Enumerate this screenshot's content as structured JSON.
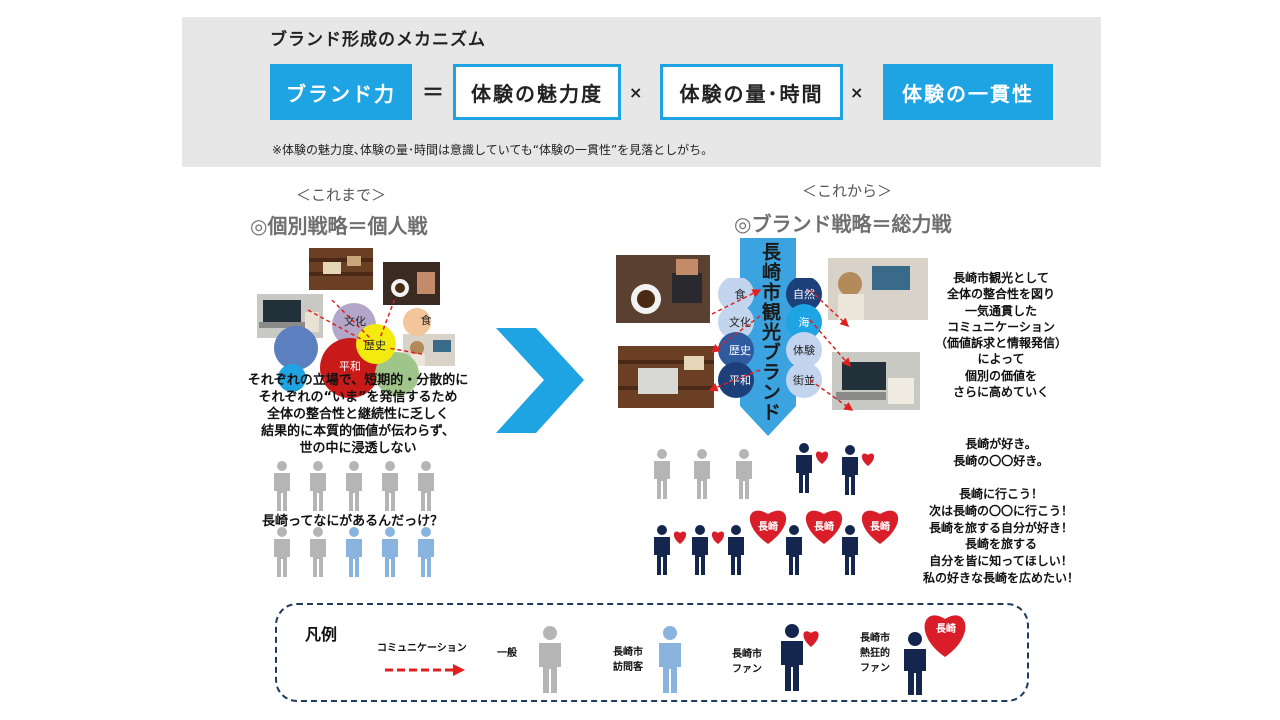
{
  "formula": {
    "title": "ブランド形成のメカニズム",
    "brand_power": "ブランド力",
    "equals": "＝",
    "attractiveness": "体験の魅力度",
    "times1": "×",
    "volume_time": "体験の量･時間",
    "times2": "×",
    "consistency": "体験の一貫性",
    "note": "※体験の魅力度､体験の量･時間は意識していても“体験の一貫性”を見落としがち。",
    "colors": {
      "accent": "#1ea3e3",
      "panel_bg": "#e7e7e7"
    }
  },
  "left": {
    "subheading": "＜これまで＞",
    "heading": "◎個別戦略＝個人戦",
    "circles": [
      "文化",
      "歴史",
      "食",
      "平和"
    ],
    "description": [
      "それぞれの立場で、短期的・分散的に",
      "それぞれの“いま”を発信するため",
      "全体の整合性と継続性に乏しく",
      "結果的に本質的価値が伝わらず、",
      "世の中に浸透しない"
    ],
    "question": "長崎ってなにがあるんだっけ？"
  },
  "right": {
    "subheading": "＜これから＞",
    "heading": "◎ブランド戦略＝総力戦",
    "brand_bar": "長崎市観光ブランド",
    "left_circles": [
      "食",
      "文化",
      "歴史",
      "平和"
    ],
    "right_circles": [
      "自然",
      "海",
      "体験",
      "街並"
    ],
    "description": [
      "長崎市観光として",
      "全体の整合性を図り",
      "一気通貫した",
      "コミュニケーション",
      "（価値訴求と情報発信）",
      "によって",
      "個別の価値を",
      "さらに高めていく"
    ],
    "likes": [
      "長崎が好き。",
      "長崎の〇〇好き。"
    ],
    "go": [
      "長崎に行こう！",
      "次は長崎の〇〇に行こう！",
      "長崎を旅する自分が好き！",
      "長崎を旅する",
      "自分を皆に知ってほしい！",
      "私の好きな長崎を広めたい！"
    ],
    "heart_label": "長崎"
  },
  "legend": {
    "title": "凡例",
    "communication": "コミュニケーション",
    "general": "一般",
    "visitor": [
      "長崎市",
      "訪問客"
    ],
    "fan": [
      "長崎市",
      "ファン"
    ],
    "enthusiast": [
      "長崎市",
      "熱狂的",
      "ファン"
    ],
    "heart_label": "長崎"
  },
  "colors": {
    "gray_person": "#b5b5b5",
    "light_person": "#8ab4e0",
    "navy_person": "#14264d",
    "heart": "#d91e2a",
    "arrow": "#e02020",
    "chevron": "#1ea3e3"
  }
}
